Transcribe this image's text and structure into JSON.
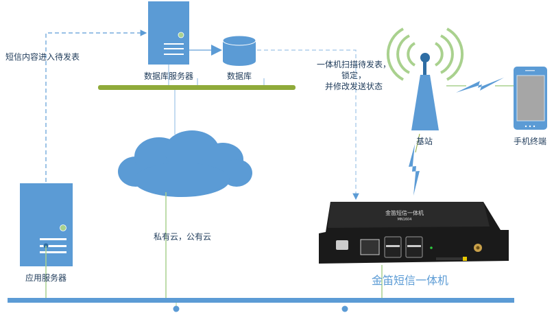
{
  "labels": {
    "note_left": "短信内容进入待发表",
    "db_server": "数据库服务器",
    "database": "数据库",
    "note_right_line1": "一体机扫描待发表，",
    "note_right_line2": "锁定，",
    "note_right_line3": "并修改发送状态",
    "base_station": "基站",
    "mobile": "手机终端",
    "cloud": "私有云，公有云",
    "app_server": "应用服务器",
    "device": "金笛短信一体机",
    "device_face_brand": "金笛短信一体机",
    "device_face_model": "MN1604"
  },
  "colors": {
    "primary_blue": "#5b9bd5",
    "green": "#8faa3a",
    "light_green": "#a9d18e",
    "text": "#1f3b5a"
  }
}
